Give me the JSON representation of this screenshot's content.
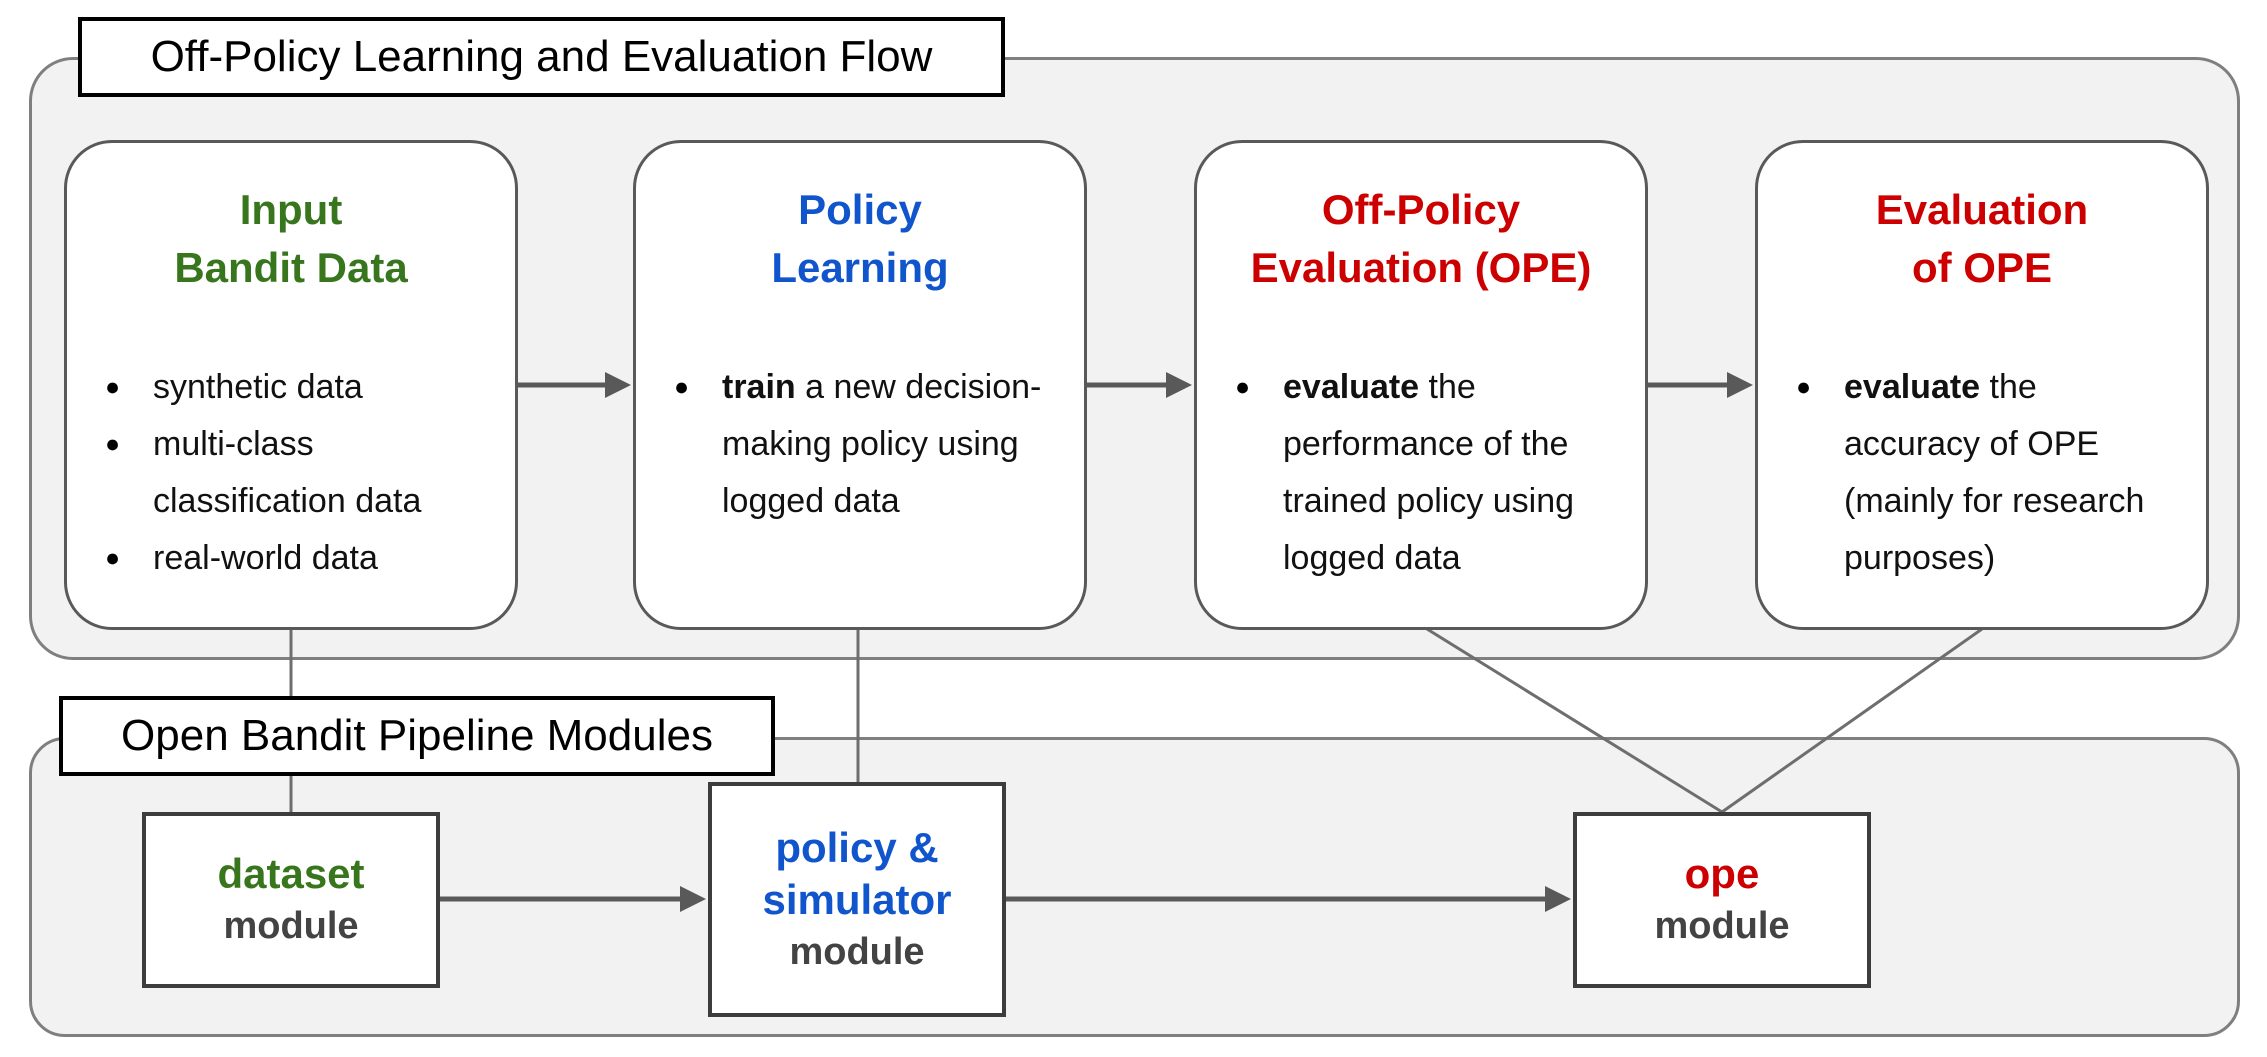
{
  "colors": {
    "green": "#38761d",
    "blue": "#1155cc",
    "red": "#cc0000",
    "body_text": "#111111",
    "module_label_gray": "#434343",
    "connector_gray": "#6e6e6e",
    "arrow_gray": "#595959",
    "container_fill": "#f2f2f2",
    "container_border": "#7f7f7f"
  },
  "flow": {
    "title": "Off-Policy Learning and Evaluation Flow",
    "boxes": [
      {
        "title_line1": "Input",
        "title_line2": "Bandit Data",
        "title_color": "#38761d",
        "bullets": [
          {
            "bold": "",
            "rest": "synthetic data"
          },
          {
            "bold": "",
            "rest": "multi-class classification data"
          },
          {
            "bold": "",
            "rest": "real-world data"
          }
        ]
      },
      {
        "title_line1": "Policy",
        "title_line2": "Learning",
        "title_color": "#1155cc",
        "bullets": [
          {
            "bold": "train",
            "rest": " a new decision-making policy using logged data"
          }
        ]
      },
      {
        "title_line1": "Off-Policy",
        "title_line2": "Evaluation (OPE)",
        "title_color": "#cc0000",
        "bullets": [
          {
            "bold": "evaluate",
            "rest": " the performance of the trained policy using logged data"
          }
        ]
      },
      {
        "title_line1": "Evaluation",
        "title_line2": "of OPE",
        "title_color": "#cc0000",
        "bullets": [
          {
            "bold": "evaluate",
            "rest": " the accuracy of OPE (mainly for research purposes)"
          }
        ]
      }
    ]
  },
  "modules": {
    "title": "Open Bandit Pipeline Modules",
    "items": [
      {
        "name_line1": "dataset",
        "label": "module",
        "color": "#38761d"
      },
      {
        "name_line1": "policy &",
        "name_line2": "simulator",
        "label": "module",
        "color": "#1155cc"
      },
      {
        "name_line1": "ope",
        "label": "module",
        "color": "#cc0000"
      }
    ]
  }
}
